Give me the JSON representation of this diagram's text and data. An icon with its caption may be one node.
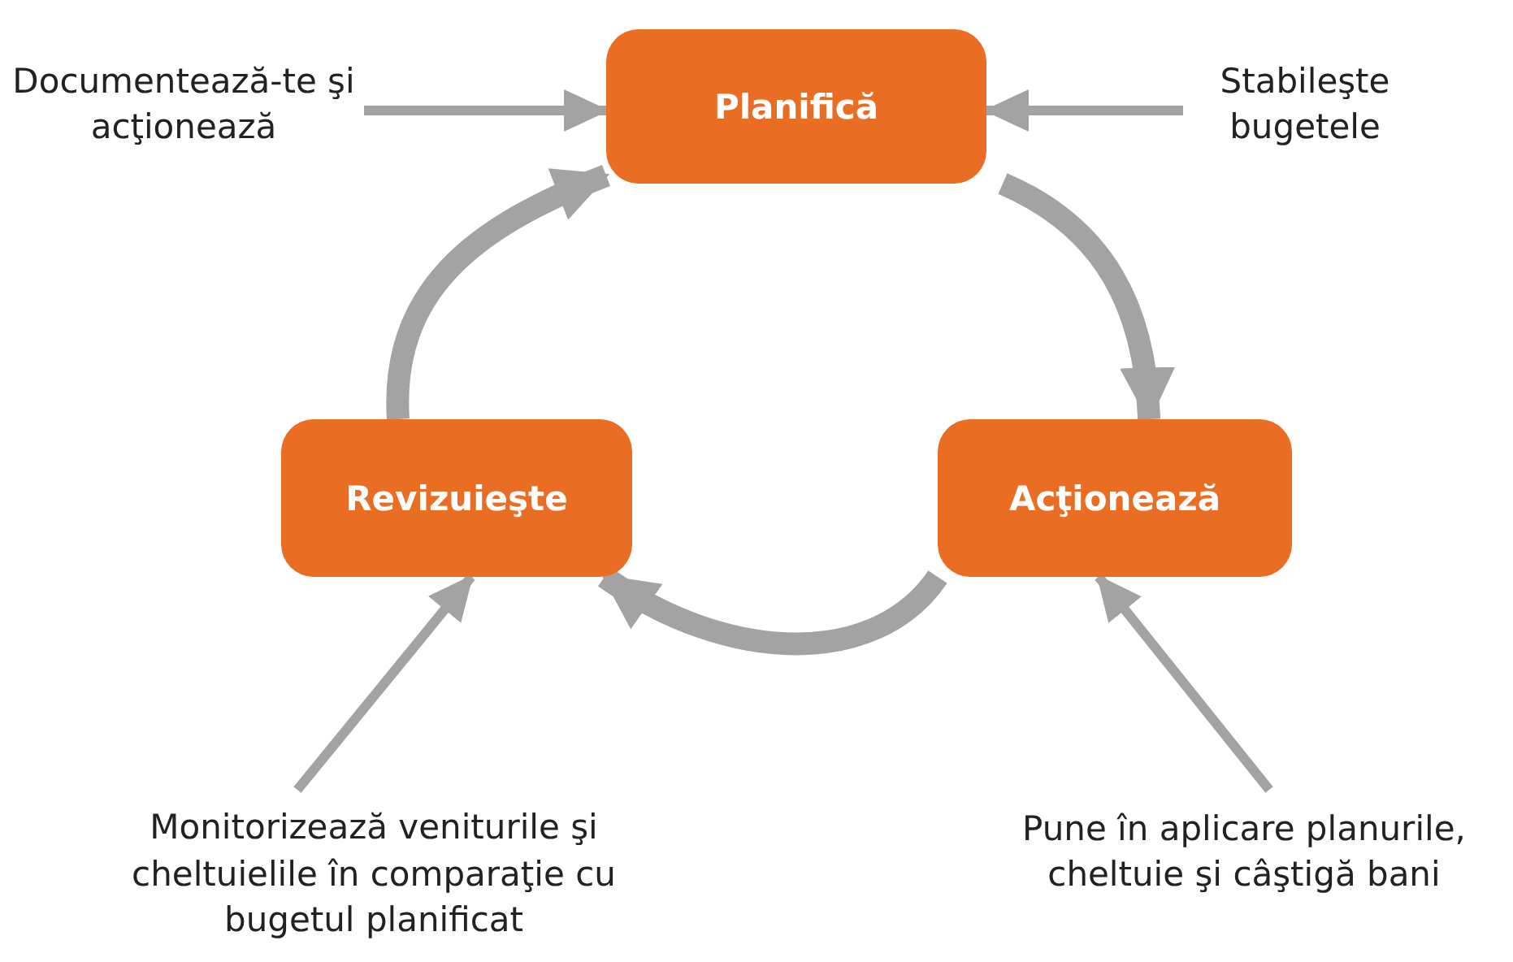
{
  "diagram": {
    "nodes": [
      {
        "text": [
          "Planifică"
        ]
      },
      {
        "text": [
          "Revizuieşte"
        ]
      },
      {
        "text": [
          "Acţionează"
        ]
      },
      {
        "text": [
          "Documentează-te şi acţionează"
        ]
      },
      {
        "text": [
          "Stabileşte bugetele"
        ]
      },
      {
        "text": [
          "Monitorizează veniturile şi cheltuielile în comparaţie cu bugetul planificat"
        ]
      },
      {
        "text": [
          "Pune în aplicare planurile, cheltuie şi câştigă bani"
        ]
      }
    ],
    "edges": [
      {
        "from": 3,
        "to": 0,
        "arrow": "to"
      },
      {
        "from": 4,
        "to": 0,
        "arrow": "to"
      },
      {
        "from": 0,
        "to": 2,
        "arrow": "to",
        "style": "thick"
      },
      {
        "from": 2,
        "to": 1,
        "arrow": "to",
        "style": "thick"
      },
      {
        "from": 1,
        "to": 0,
        "arrow": "to",
        "style": "thick"
      },
      {
        "from": 5,
        "to": 1,
        "arrow": "to"
      },
      {
        "from": 6,
        "to": 2,
        "arrow": "to"
      }
    ]
  }
}
